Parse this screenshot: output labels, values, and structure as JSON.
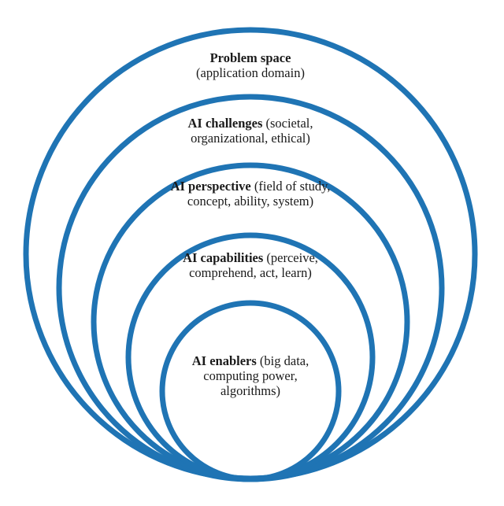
{
  "diagram": {
    "stroke_color": "#1f74b4",
    "layers": [
      {
        "title": "Problem space",
        "detail": "(application domain)"
      },
      {
        "title": "AI challenges",
        "detail": "(societal, organizational, ethical)"
      },
      {
        "title": "AI perspective",
        "detail": "(field of study, concept, ability, system)"
      },
      {
        "title": "AI capabilities",
        "detail": "(perceive, comprehend, act, learn)"
      },
      {
        "title": "AI enablers",
        "detail": "(big data, computing power, algorithms)"
      }
    ]
  }
}
